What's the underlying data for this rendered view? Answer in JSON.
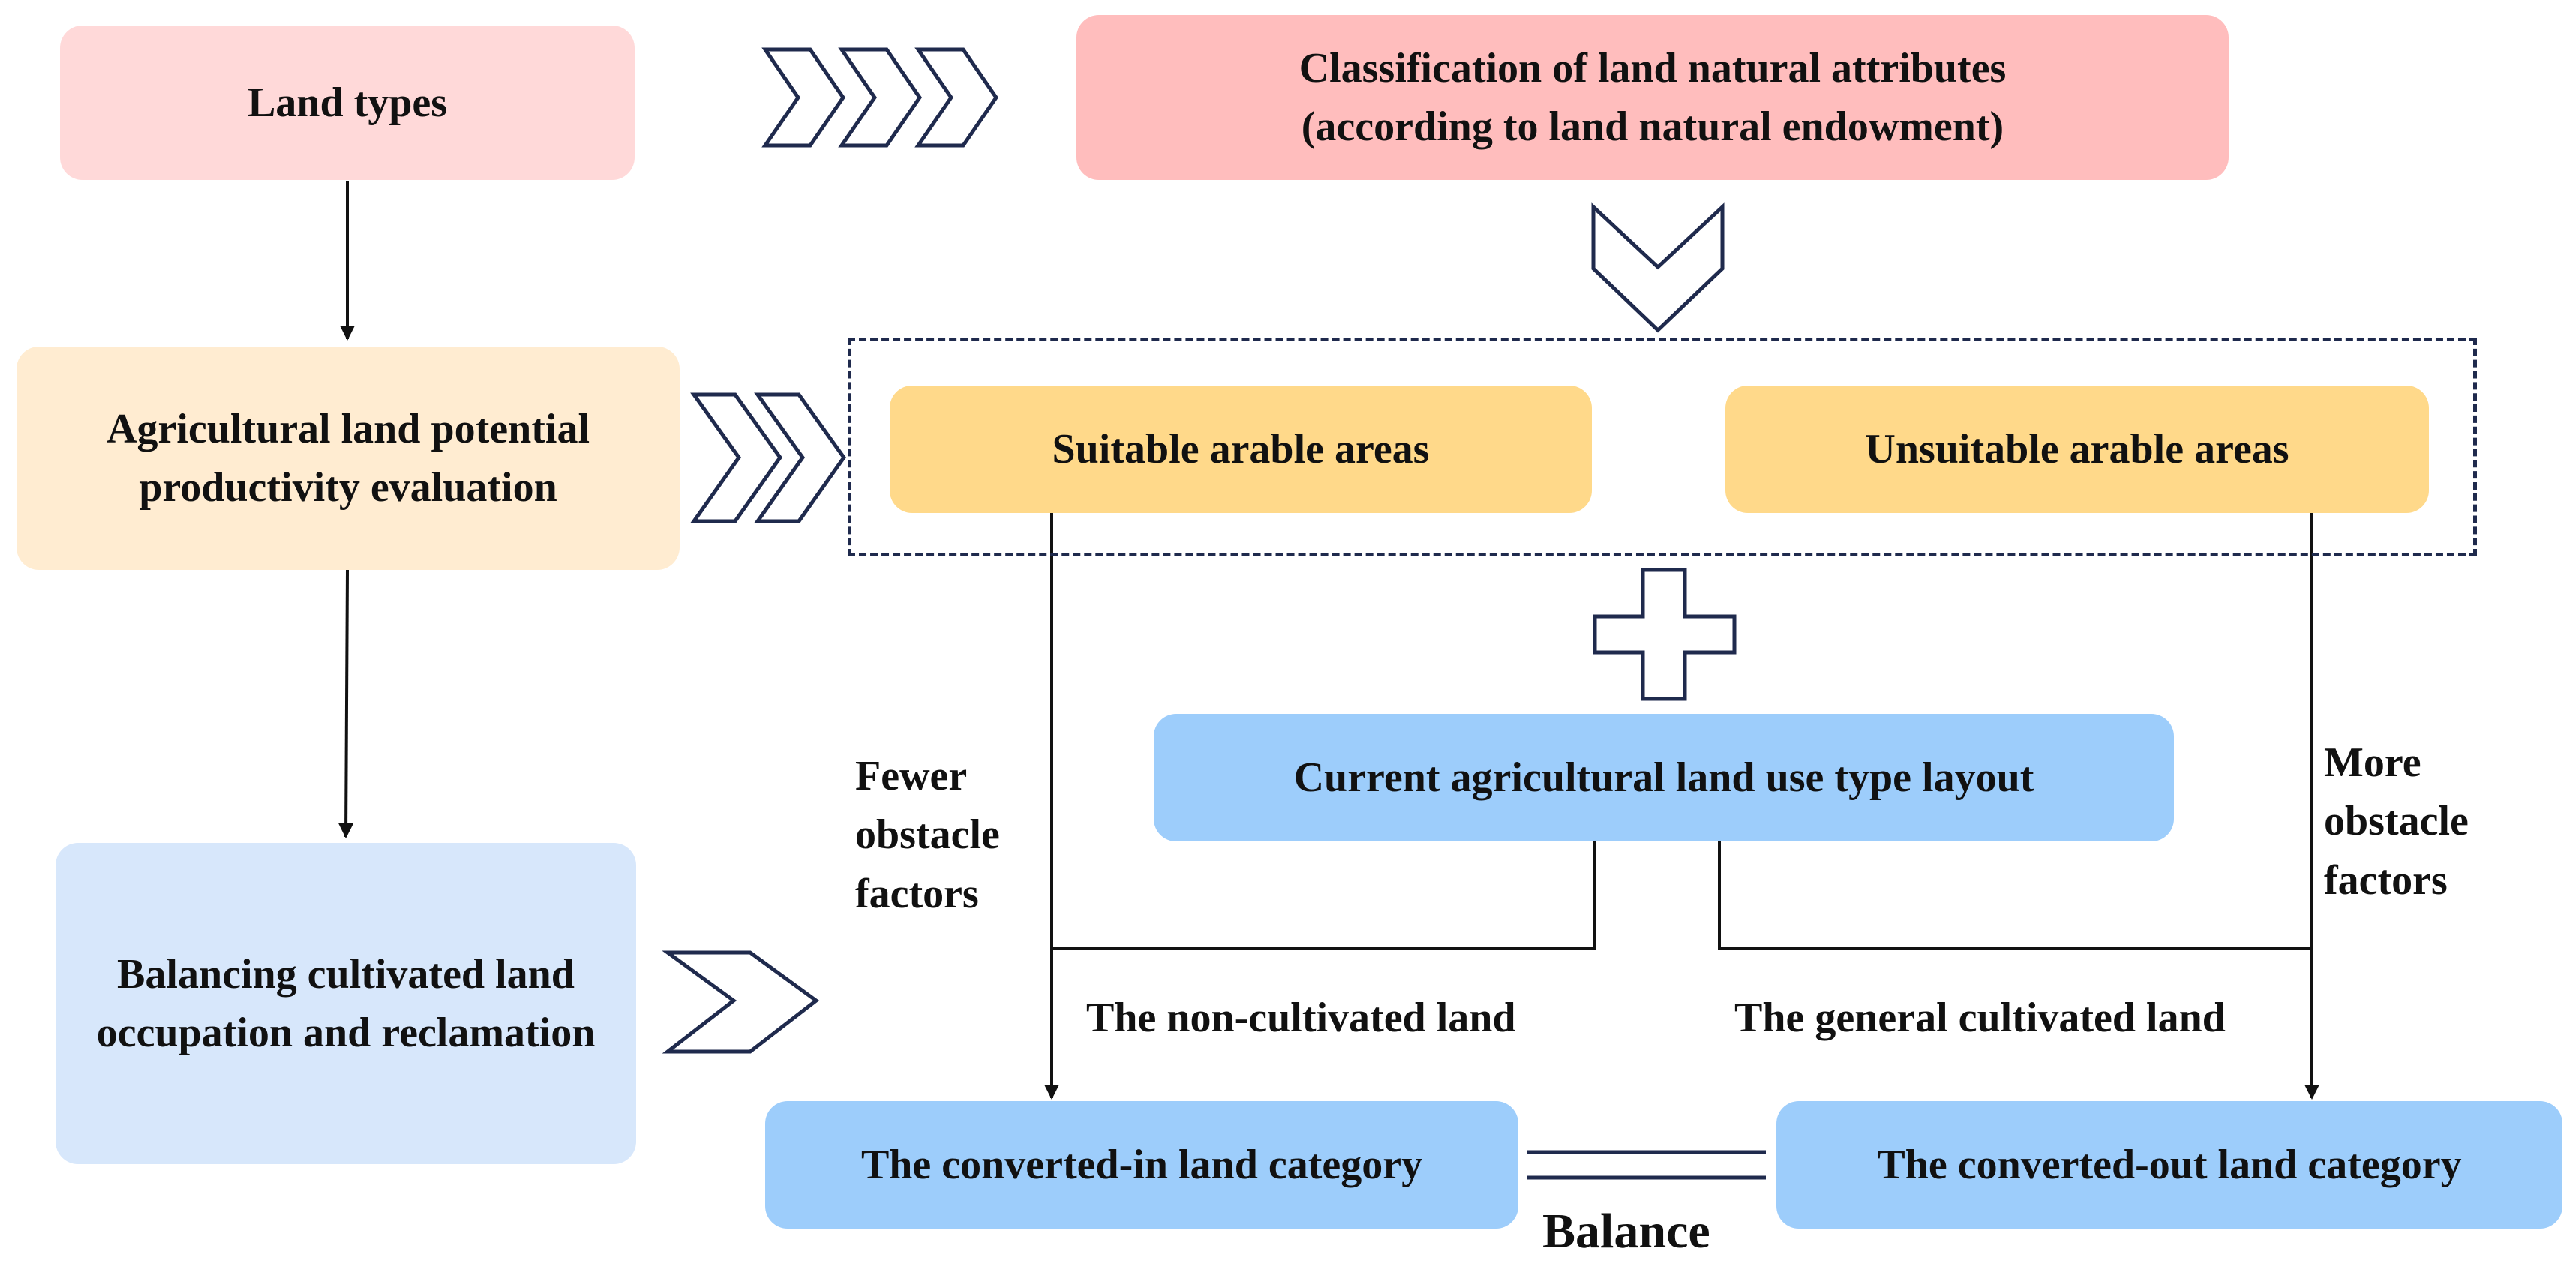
{
  "colors": {
    "pink_light": "#ffd9d9",
    "pink": "#ffbdbd",
    "peach": "#ffecd1",
    "yellow": "#ffd98a",
    "blue_light": "#d7e7fb",
    "blue": "#9dcdfb",
    "line": "#111111",
    "outline": "#1f2a4d"
  },
  "boxes": {
    "land_types": "Land types",
    "classification": "Classification of land natural attributes\n (according to land natural endowment)",
    "agri_potential": "Agricultural land potential\nproductivity evaluation",
    "suitable": "Suitable arable areas",
    "unsuitable": "Unsuitable arable areas",
    "current_layout": "Current agricultural land use type layout",
    "balancing": "Balancing cultivated land\noccupation and reclamation",
    "converted_in": "The converted-in land category",
    "converted_out": "The converted-out land category"
  },
  "labels": {
    "fewer_obstacles": "Fewer\nobstacle\nfactors",
    "more_obstacles": "More\nobstacle\nfactors",
    "non_cultivated": "The non-cultivated land",
    "general_cultivated": "The general cultivated land",
    "balance": "Balance"
  },
  "icons": [
    "chevron-right-icon",
    "chevron-down-icon",
    "plus-icon",
    "equals-icon",
    "arrow-down-icon"
  ]
}
